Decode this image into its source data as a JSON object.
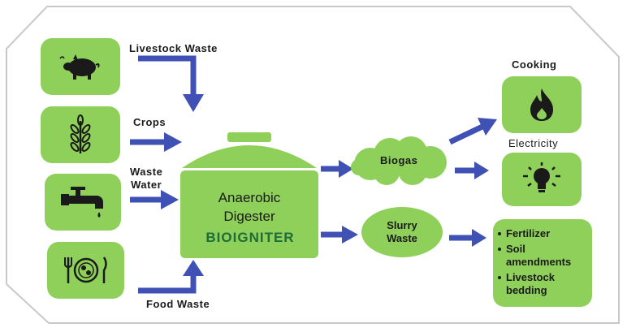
{
  "inputs": {
    "livestock_label": "Livestock Waste",
    "crops_label": "Crops",
    "waste_water_line1": "Waste",
    "waste_water_line2": "Water",
    "food_label": "Food Waste"
  },
  "digester": {
    "line1": "Anaerobic",
    "line2": "Digester",
    "logo_text": "BIOIGNITER"
  },
  "outputs": {
    "biogas": "Biogas",
    "slurry_line1": "Slurry",
    "slurry_line2": "Waste",
    "cooking": "Cooking",
    "electricity": "Electricity",
    "slurry_uses": [
      "Fertilizer",
      "Soil amendments",
      "Livestock bedding"
    ]
  },
  "colors": {
    "box_green": "#8fd05a",
    "arrow_blue": "#3f51b5",
    "logo_green": "#1f6b3a"
  },
  "icons": [
    "pig-icon",
    "wheat-icon",
    "faucet-icon",
    "plate-icon",
    "flame-icon",
    "lightbulb-icon"
  ]
}
